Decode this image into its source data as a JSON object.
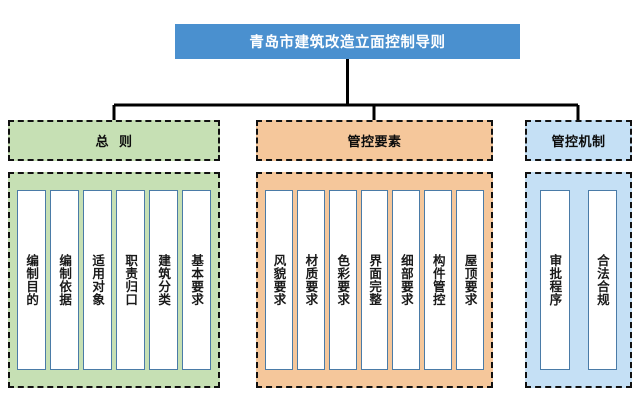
{
  "diagram": {
    "type": "organizational-tree",
    "root": {
      "label": "青岛市建筑改造立面控制导则",
      "color": "#4a90cf",
      "text_color": "#ffffff"
    },
    "branches": [
      {
        "header": "总  则",
        "color": "#c6e0b4",
        "leaves": [
          "编制目的",
          "编制依据",
          "适用对象",
          "职责归口",
          "建筑分类",
          "基本要求"
        ]
      },
      {
        "header": "管控要素",
        "color": "#f5c79b",
        "leaves": [
          "风貌要求",
          "材质要求",
          "色彩要求",
          "界面完整",
          "细部要求",
          "构件管控",
          "屋顶要求"
        ]
      },
      {
        "header": "管控机制",
        "color": "#c5e0f5",
        "leaves": [
          "审批程序",
          "合法合规"
        ]
      }
    ],
    "style": {
      "connector_color": "#000000",
      "dashed_border_color": "#111111",
      "card_border_color": "#4a7ba7",
      "card_fill": "#ffffff",
      "background": "#ffffff"
    }
  }
}
